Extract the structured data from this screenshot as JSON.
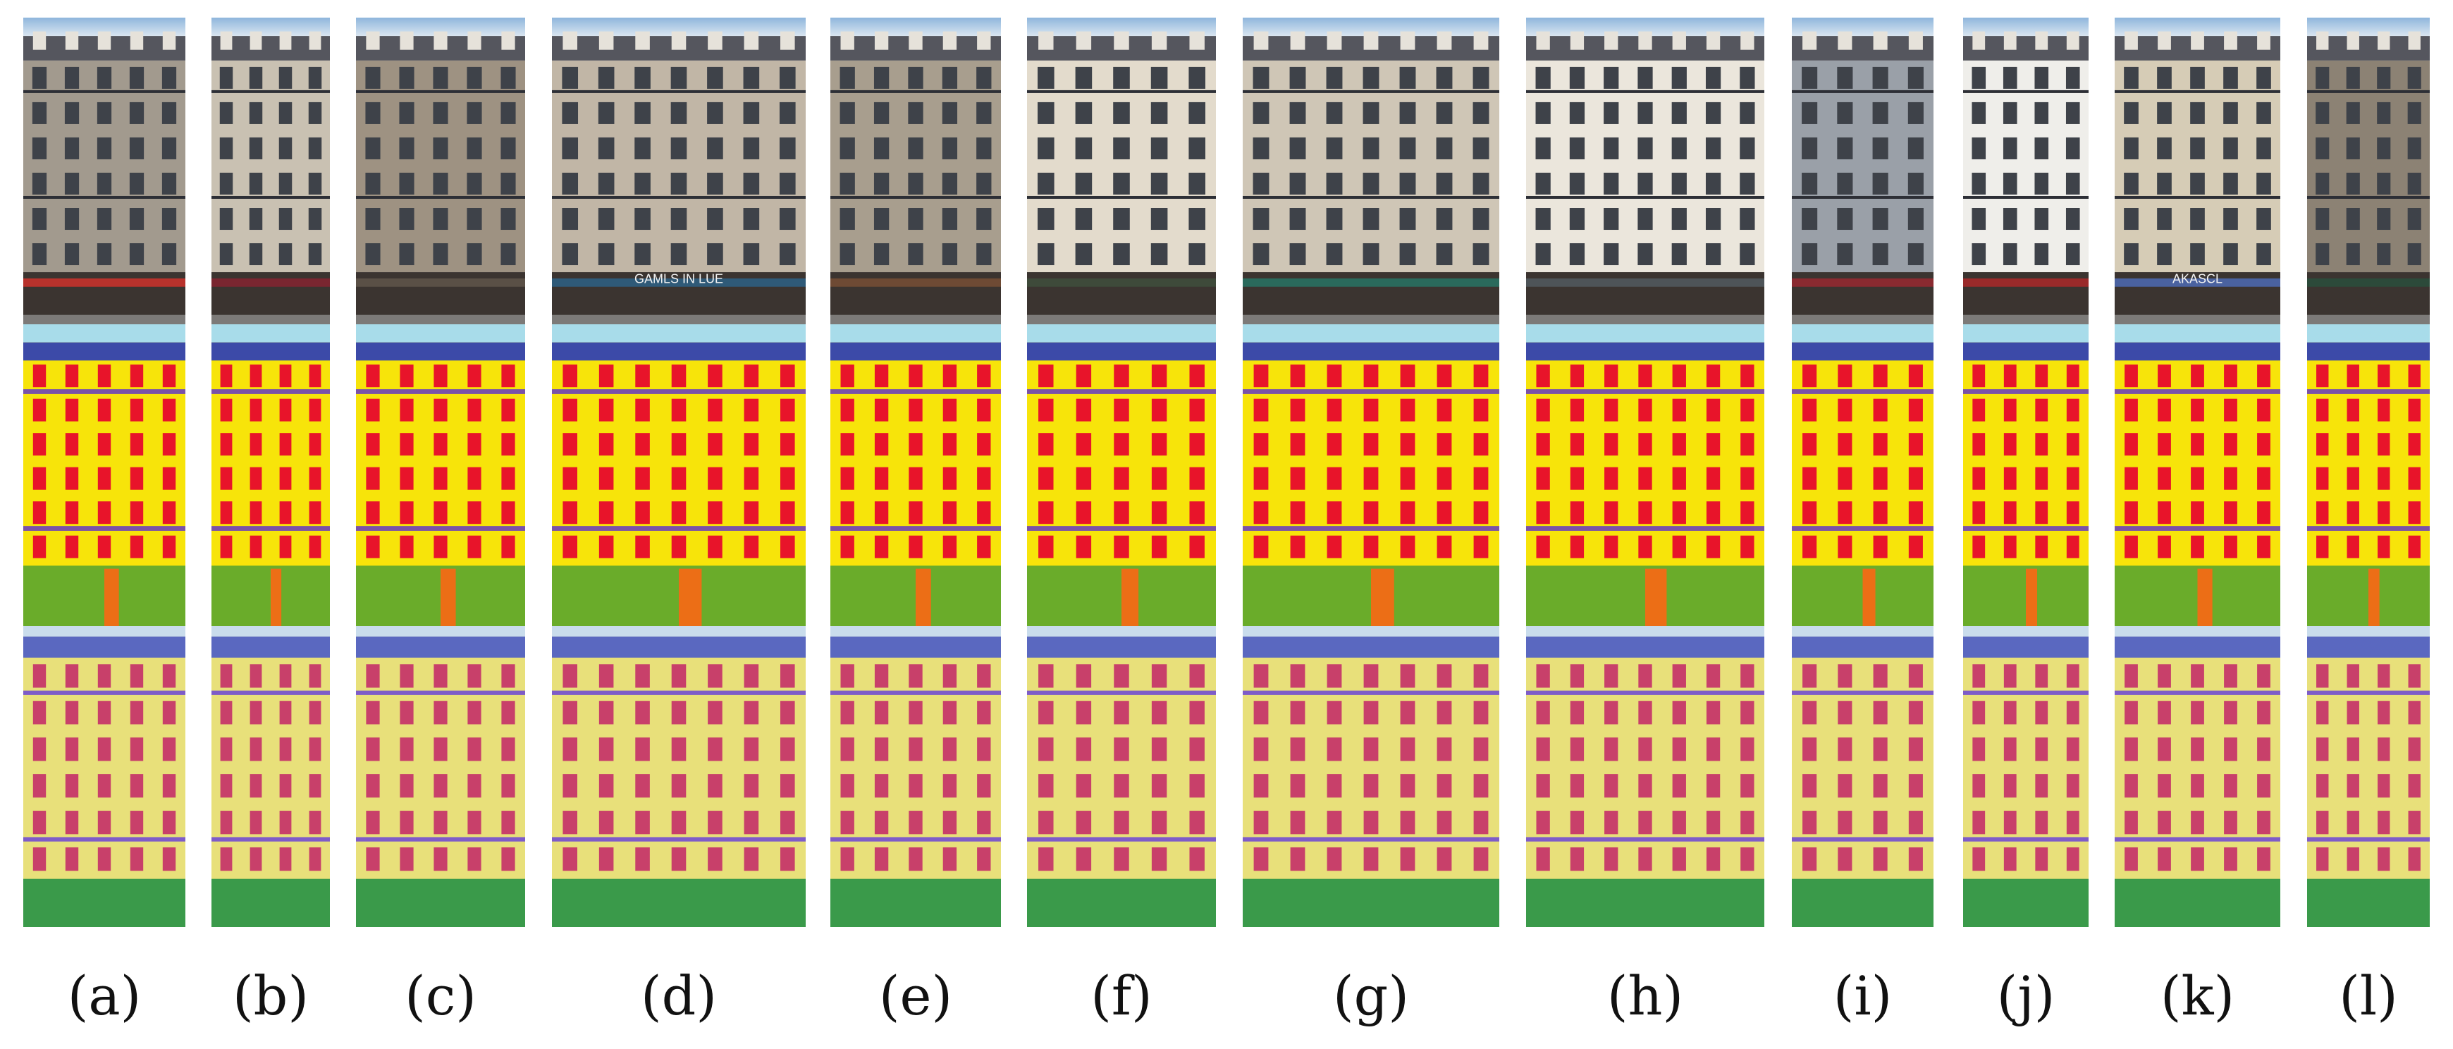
{
  "figure": {
    "columns": [
      {
        "label": "(a)",
        "storefront_text": ""
      },
      {
        "label": "(b)",
        "storefront_text": ""
      },
      {
        "label": "(c)",
        "storefront_text": ""
      },
      {
        "label": "(d)",
        "storefront_text": "GAMLS IN LUE"
      },
      {
        "label": "(e)",
        "storefront_text": ""
      },
      {
        "label": "(f)",
        "storefront_text": ""
      },
      {
        "label": "(g)",
        "storefront_text": ""
      },
      {
        "label": "(h)",
        "storefront_text": ""
      },
      {
        "label": "(i)",
        "storefront_text": ""
      },
      {
        "label": "(j)",
        "storefront_text": ""
      },
      {
        "label": "(k)",
        "storefront_text": "AKASCL"
      },
      {
        "label": "(l)",
        "storefront_text": ""
      }
    ],
    "rows": [
      "facade-photo",
      "semantic-label-map",
      "label-overlay"
    ],
    "label_colors": {
      "sky": "#a8dcea",
      "roof": "#3c4aa8",
      "wall": "#f7e40a",
      "window": "#e8142a",
      "balcony": "#7a52a8",
      "shop": "#6aac2a",
      "door": "#ec6e16"
    },
    "overlay_colors": {
      "wall": "#e8e07a",
      "window": "#c8406a",
      "roof": "#5a68c0",
      "balcony": "#7e5cc8",
      "shop": "#3a9a4a"
    }
  }
}
